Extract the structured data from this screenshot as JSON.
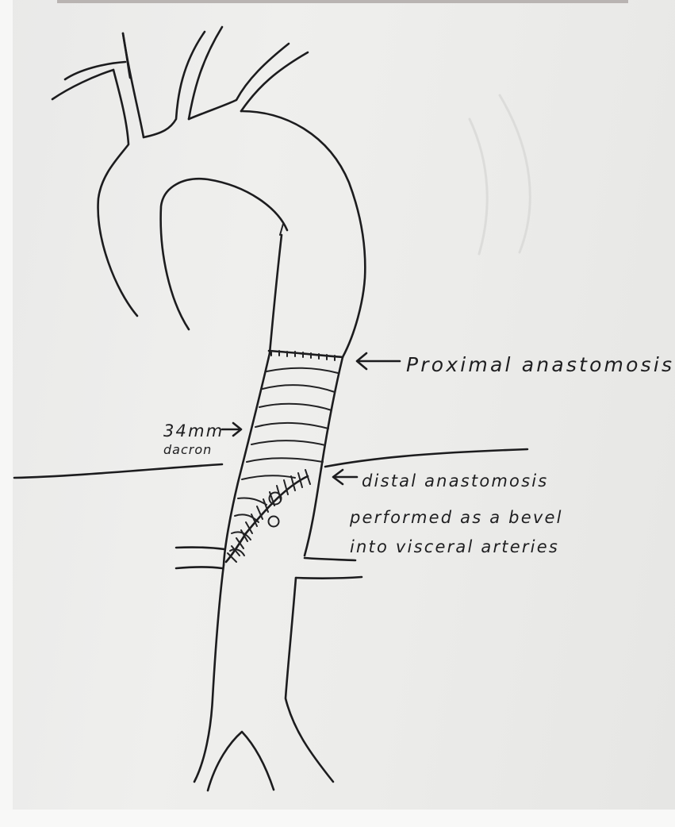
{
  "annotations": {
    "proximal": "Proximal anastomosis",
    "graft_size": "34mm",
    "graft_material": "dacron",
    "distal_line1": "distal anastomosis",
    "distal_line2": "performed as a bevel",
    "distal_line3": "into visceral arteries"
  },
  "colors": {
    "ink": "#1c1c1e",
    "paper": "#ececea"
  }
}
